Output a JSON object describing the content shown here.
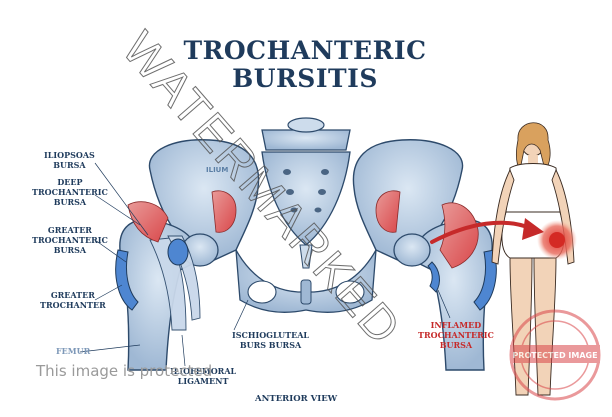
{
  "title_line1": "TROCHANTERIC",
  "title_line2": "BURSITIS",
  "labels": {
    "iliopsoas": [
      "ILIOPSOAS",
      "BURSA"
    ],
    "deep": [
      "DEEP",
      "TROCHANTERIC",
      "BURSA"
    ],
    "greater_bursa": [
      "GREATER",
      "TROCHANTERIC",
      "BURSA"
    ],
    "greater_trochanter": [
      "GREATER",
      "TROCHANTER"
    ],
    "femur": "FEMUR",
    "iliofemoral": [
      "ILIOFEMORAL",
      "LIGAMENT"
    ],
    "ischiogluteal": [
      "ISCHIOGLUTEAL",
      "BURS BURSA"
    ],
    "ilium": "ILIUM",
    "inflamed": [
      "INFLAMED",
      "TROCHANTERIC",
      "BURSA"
    ]
  },
  "view_label": "ANTERIOR VIEW",
  "watermark": "WATERMARKED",
  "protected_notice": "This image is protected",
  "stamp_text": "PROTECTED IMAGE",
  "colors": {
    "title": "#1f3b5c",
    "bone": "#b9cde3",
    "bone_outline": "#2d4a6b",
    "bursa_red": "#d9474a",
    "highlight_blue": "#4e86d1",
    "inflamed": "#c62a2a",
    "skin": "#f2d3b8"
  }
}
